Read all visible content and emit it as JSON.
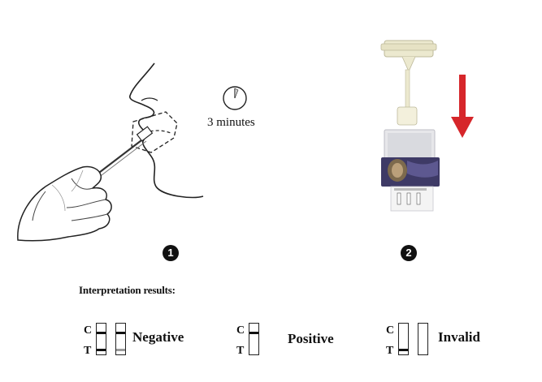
{
  "step1": {
    "number": "1",
    "timer_text": "3 minutes"
  },
  "step2": {
    "number": "2",
    "arrow_color": "#d6262a"
  },
  "interpretation": {
    "heading": "Interpretation results:",
    "c_label": "C",
    "t_label": "T",
    "results": [
      {
        "label": "Negative",
        "c_line": "dark",
        "t_line": "dark / faint"
      },
      {
        "label": "Positive",
        "c_line": "dark",
        "t_line": "none"
      },
      {
        "label": "Invalid",
        "c_line": "none",
        "t_line": "dark / none"
      }
    ]
  }
}
